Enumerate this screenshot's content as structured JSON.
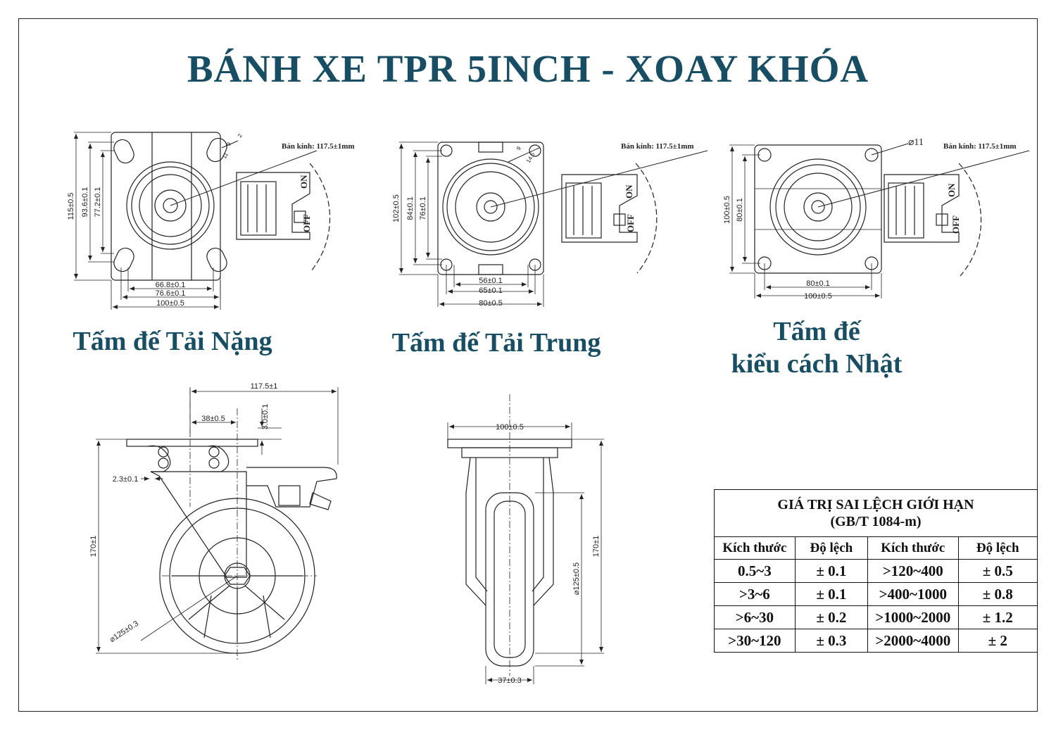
{
  "title": "BÁNH XE TPR 5INCH - XOAY KHÓA",
  "captions": {
    "heavy": "Tấm đế Tải Nặng",
    "medium": "Tấm đế Tải Trung",
    "japan_line1": "Tấm đế",
    "japan_line2": "kiểu cách Nhật"
  },
  "heavy_plate": {
    "radius_label": "Bán kính: 117.5±1mm",
    "height_outer": "115±0.5",
    "height_mid": "93.6±0.1",
    "height_inner": "77.2±0.1",
    "width_inner": "66.8±0.1",
    "width_mid": "76.6±0.1",
    "width_outer": "100±0.5",
    "slot_w": "9",
    "slot_h": "11",
    "slot_e": "2",
    "on": "ON",
    "off": "OFF"
  },
  "medium_plate": {
    "radius_label": "Bán kính: 117.5±1mm",
    "height_outer": "102±0.5",
    "height_mid": "84±0.1",
    "height_inner": "76±0.1",
    "width_inner": "56±0.1",
    "width_mid": "65±0.1",
    "width_outer": "80±0.5",
    "slot_a": "9",
    "slot_b": "14.5",
    "on": "ON",
    "off": "OFF"
  },
  "japan_plate": {
    "radius_label": "Bán kính: 117.5±1mm",
    "hole": "⌀11",
    "height_outer": "100±0.5",
    "height_inner": "80±0.1",
    "width_inner": "80±0.1",
    "width_outer": "100±0.5",
    "on": "ON",
    "off": "OFF"
  },
  "side_view": {
    "swivel_radius": "117.5±1",
    "offset": "38±0.5",
    "plate_thk": "3.0±0.1",
    "gap": "2.3±0.1",
    "height": "170±1",
    "wheel_dia": "⌀125±0.3"
  },
  "front_view": {
    "plate_width": "100±0.5",
    "height": "170±1",
    "wheel_dia": "⌀125±0.5",
    "wheel_width": "37±0.3"
  },
  "tolerance_table": {
    "title_line1": "GIÁ TRỊ SAI LỆCH GIỚI HẠN",
    "title_line2": "(GB/T 1084-m)",
    "headers": [
      "Kích thước",
      "Độ lệch",
      "Kích thước",
      "Độ lệch"
    ],
    "rows": [
      [
        "0.5~3",
        "± 0.1",
        ">120~400",
        "± 0.5"
      ],
      [
        ">3~6",
        "± 0.1",
        ">400~1000",
        "± 0.8"
      ],
      [
        ">6~30",
        "± 0.2",
        ">1000~2000",
        "± 1.2"
      ],
      [
        ">30~120",
        "± 0.3",
        ">2000~4000",
        "±  2"
      ]
    ]
  },
  "colors": {
    "title": "#184e64",
    "line": "#222222",
    "frame": "#222222"
  }
}
